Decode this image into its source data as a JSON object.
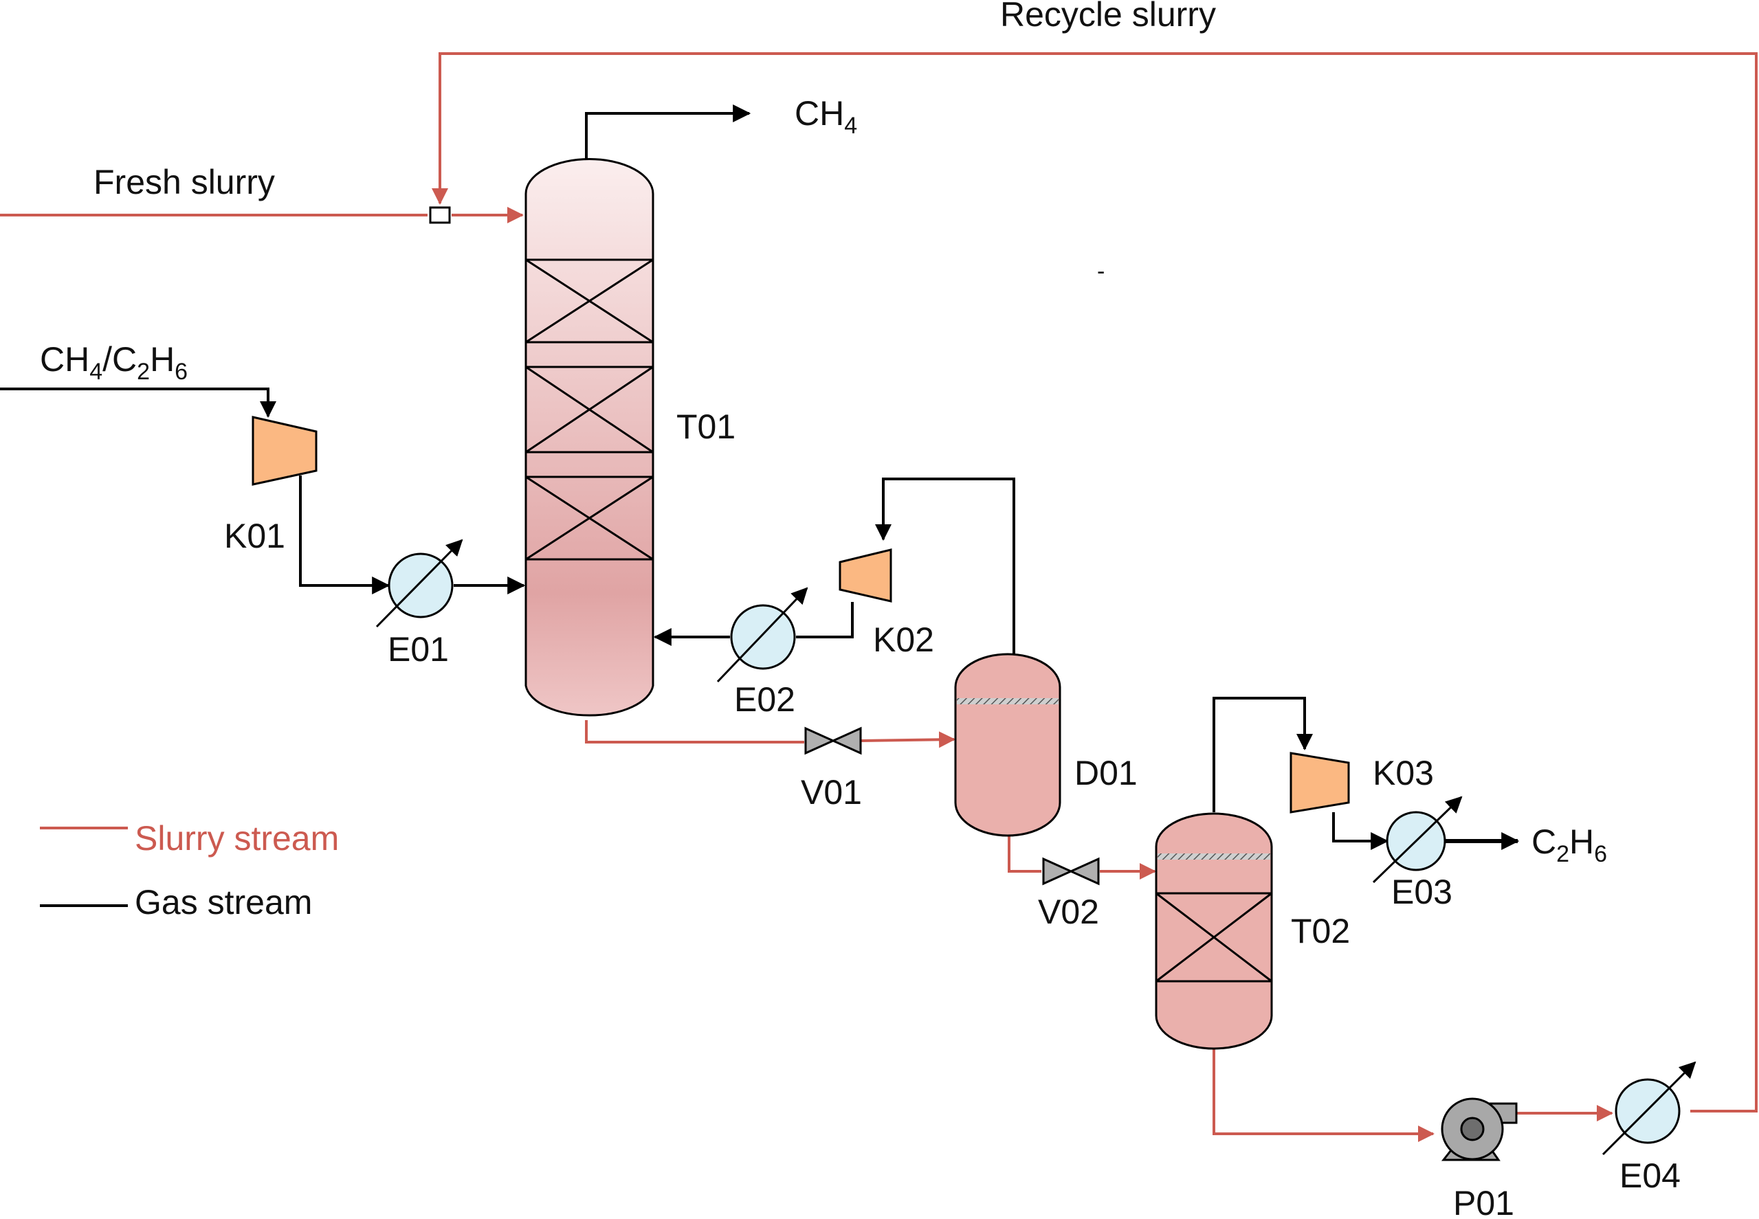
{
  "labels": {
    "recycle_slurry": "Recycle slurry",
    "fresh_slurry": "Fresh slurry",
    "ch4_out": "CH",
    "ch4_out_sub": "4",
    "feed_a": "CH",
    "feed_a_sub": "4",
    "feed_b": "/C",
    "feed_b_sub": "2",
    "feed_c": "H",
    "feed_c_sub": "6",
    "c2h6_a": "C",
    "c2h6_a_sub": "2",
    "c2h6_b": "H",
    "c2h6_b_sub": "6",
    "stray_mark": "-"
  },
  "equipment": {
    "t01": "T01",
    "t02": "T02",
    "d01": "D01",
    "k01": "K01",
    "k02": "K02",
    "k03": "K03",
    "e01": "E01",
    "e02": "E02",
    "e03": "E03",
    "e04": "E04",
    "v01": "V01",
    "v02": "V02",
    "p01": "P01"
  },
  "legend": {
    "slurry": "Slurry stream",
    "gas": "Gas stream"
  },
  "colors": {
    "slurry": "#cc5a50",
    "gas": "#000000",
    "compressor": "#fbb882",
    "exchanger": "#d9eff6",
    "vessel": "#eab0ac",
    "valve": "#b0b0b0",
    "pump": "#a8a8a8"
  }
}
